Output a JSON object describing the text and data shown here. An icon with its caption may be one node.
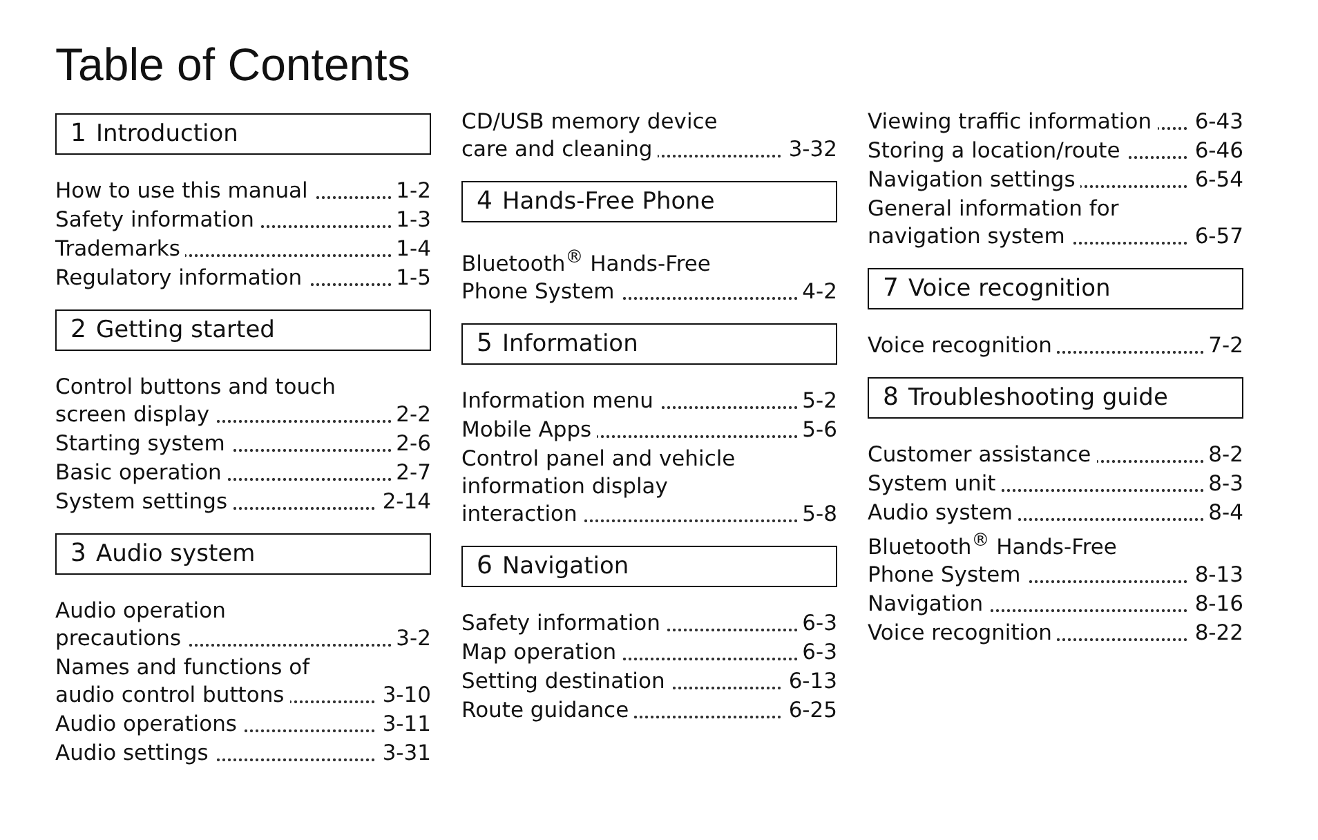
{
  "diagram": {
    "title": "Table of Contents",
    "nodes": [
      {
        "text": [
          "1",
          "Introduction"
        ]
      },
      {
        "text": [
          "2",
          "Getting started"
        ]
      },
      {
        "text": [
          "3",
          "Audio system"
        ]
      },
      {
        "text": [
          "4",
          "Hands-Free Phone"
        ]
      },
      {
        "text": [
          "5",
          "Information"
        ]
      },
      {
        "text": [
          "6",
          "Navigation"
        ]
      },
      {
        "text": [
          "7",
          "Voice recognition"
        ]
      },
      {
        "text": [
          "8",
          "Troubleshooting guide"
        ]
      }
    ],
    "labels": [
      "How to use this manual",
      "1-2",
      "Safety information",
      "1-3",
      "Trademarks",
      "1-4",
      "Regulatory information",
      "1-5",
      "Control buttons and touch screen display",
      "2-2",
      "Starting system",
      "2-6",
      "Basic operation",
      "2-7",
      "System settings",
      "2-14",
      "Audio operation precautions",
      "3-2",
      "Names and functions of audio control buttons",
      "3-10",
      "Audio operations",
      "3-11",
      "Audio settings",
      "3-31",
      "CD/USB memory device care and cleaning",
      "3-32",
      "Bluetooth$^{®}$ Hands-Free Phone System",
      "4-2",
      "Information menu",
      "5-2",
      "Mobile Apps",
      "5-6",
      "Control panel and vehicle information display interaction",
      "5-8",
      "Safety information",
      "6-3",
      "Map operation",
      "6-3",
      "Setting destination",
      "6-13",
      "Route guidance",
      "6-25",
      "Viewing traffic information",
      "6-43",
      "Storing a location/route",
      "6-46",
      "Navigation settings",
      "6-54",
      "General information for navigation system",
      "6-57",
      "Voice recognition",
      "7-2",
      "Customer assistance",
      "8-2",
      "System unit",
      "8-3",
      "Audio system",
      "8-4",
      "Bluetooth$^{®}$ Hands-Free Phone System",
      "8-13",
      "Navigation",
      "8-16",
      "Voice recognition",
      "8-22"
    ]
  }
}
